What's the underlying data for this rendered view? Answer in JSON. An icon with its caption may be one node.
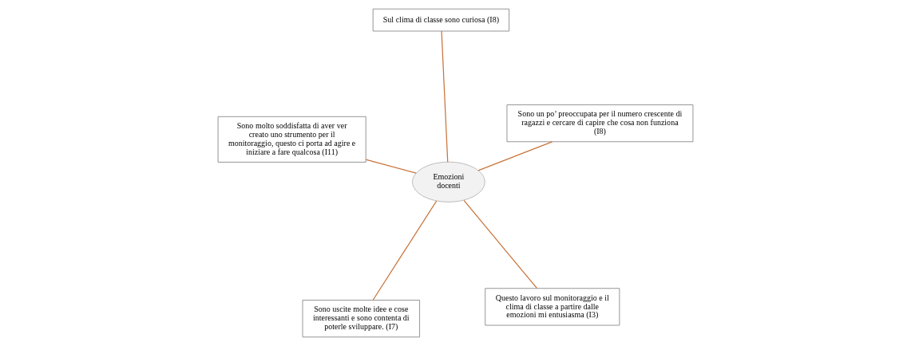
{
  "diagram": {
    "nodes": [
      {
        "text": [
          "Emozioni docenti"
        ]
      },
      {
        "text": [
          "Questo lavoro sul monitoraggio e il clima di classe a partire dalle emozioni mi entusiasma (I3)"
        ]
      },
      {
        "text": [
          "Sono uscite molte idee e cose interessanti e sono contenta di poterle sviluppare. (I7)"
        ]
      },
      {
        "text": [
          "Sono molto soddisfatta di aver ver creato uno strumento per il monitoraggio, questo ci porta ad agire e iniziare a fare qualcosa (I11)"
        ]
      },
      {
        "text": [
          "Sono un po’ preoccupata per il numero crescente di ragazzi e cercare di capire che cosa non funziona (I8)"
        ]
      },
      {
        "text": [
          "Sul clima di classe sono curiosa (I8)"
        ]
      }
    ],
    "edges": [
      {
        "from": 0,
        "to": 1,
        "arrow": "none"
      },
      {
        "from": 0,
        "to": 2,
        "arrow": "none"
      },
      {
        "from": 0,
        "to": 3,
        "arrow": "none"
      },
      {
        "from": 0,
        "to": 4,
        "arrow": "none"
      },
      {
        "from": 0,
        "to": 5,
        "arrow": "none"
      }
    ]
  }
}
